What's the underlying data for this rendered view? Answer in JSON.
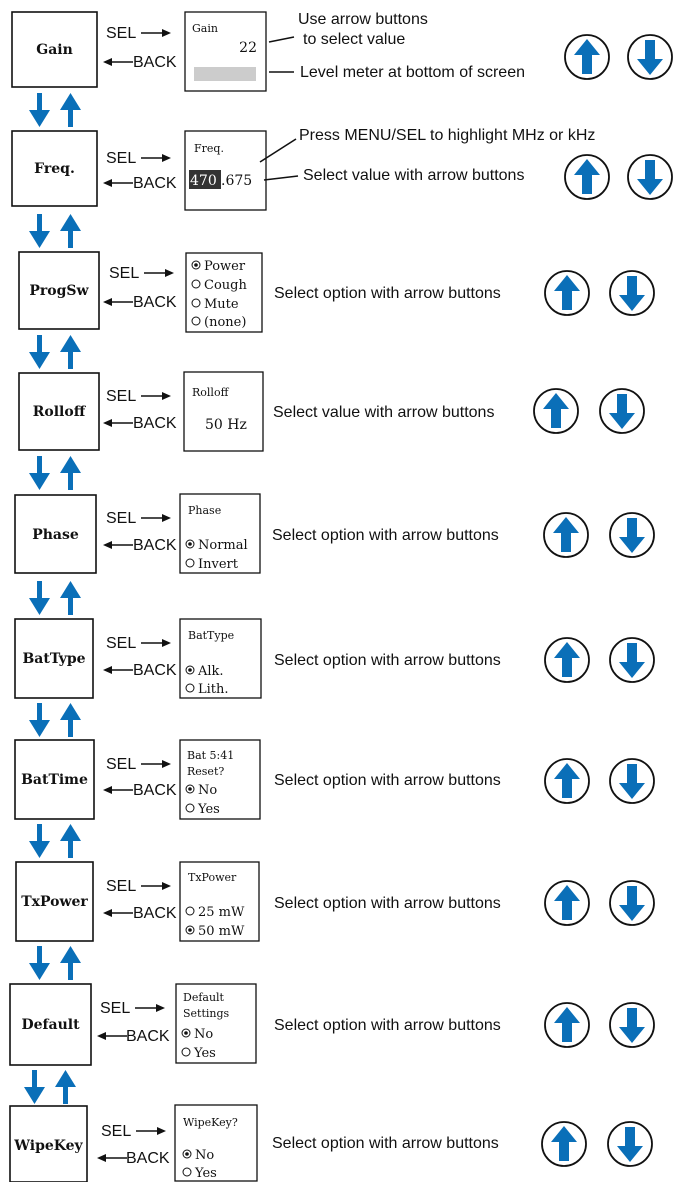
{
  "colors": {
    "arrow_blue": "#0a6fb8",
    "meter_gray": "#cccccc",
    "text": "#111111"
  },
  "labels": {
    "sel": "SEL",
    "back": "BACK"
  },
  "steps": [
    {
      "menu": "Gain",
      "screen": {
        "title": "Gain",
        "value": "22"
      },
      "notes": [
        "Use arrow buttons",
        "to select value",
        "Level meter at bottom of screen"
      ]
    },
    {
      "menu": "Freq.",
      "screen": {
        "title": "Freq.",
        "highlight": "470",
        "rest": ".675"
      },
      "notes": [
        "Press MENU/SEL to highlight MHz or kHz",
        "Select value with arrow buttons"
      ]
    },
    {
      "menu": "ProgSw",
      "screen": {
        "options": [
          {
            "label": "Power",
            "selected": true
          },
          {
            "label": "Cough",
            "selected": false
          },
          {
            "label": "Mute",
            "selected": false
          },
          {
            "label": "(none)",
            "selected": false
          }
        ]
      },
      "desc": "Select option with arrow buttons"
    },
    {
      "menu": "Rolloff",
      "screen": {
        "title": "Rolloff",
        "value": "50 Hz"
      },
      "desc": "Select value with arrow buttons"
    },
    {
      "menu": "Phase",
      "screen": {
        "title": "Phase",
        "options": [
          {
            "label": "Normal",
            "selected": true
          },
          {
            "label": "Invert",
            "selected": false
          }
        ]
      },
      "desc": "Select option with arrow buttons"
    },
    {
      "menu": "BatType",
      "screen": {
        "title": "BatType",
        "options": [
          {
            "label": "Alk.",
            "selected": true
          },
          {
            "label": "Lith.",
            "selected": false
          }
        ]
      },
      "desc": "Select option with arrow buttons"
    },
    {
      "menu": "BatTime",
      "screen": {
        "lines": [
          "Bat 5:41",
          "Reset?"
        ],
        "options": [
          {
            "label": "No",
            "selected": true
          },
          {
            "label": "Yes",
            "selected": false
          }
        ]
      },
      "desc": "Select option with arrow buttons"
    },
    {
      "menu": "TxPower",
      "screen": {
        "title": "TxPower",
        "options": [
          {
            "label": "25 mW",
            "selected": false
          },
          {
            "label": "50 mW",
            "selected": true
          }
        ]
      },
      "desc": "Select option with arrow buttons"
    },
    {
      "menu": "Default",
      "screen": {
        "lines": [
          "Default",
          "Settings"
        ],
        "options": [
          {
            "label": "No",
            "selected": true
          },
          {
            "label": "Yes",
            "selected": false
          }
        ]
      },
      "desc": "Select option with arrow buttons"
    },
    {
      "menu": "WipeKey",
      "screen": {
        "title": "WipeKey?",
        "options": [
          {
            "label": "No",
            "selected": true
          },
          {
            "label": "Yes",
            "selected": false
          }
        ]
      },
      "desc": "Select option with arrow buttons"
    }
  ]
}
